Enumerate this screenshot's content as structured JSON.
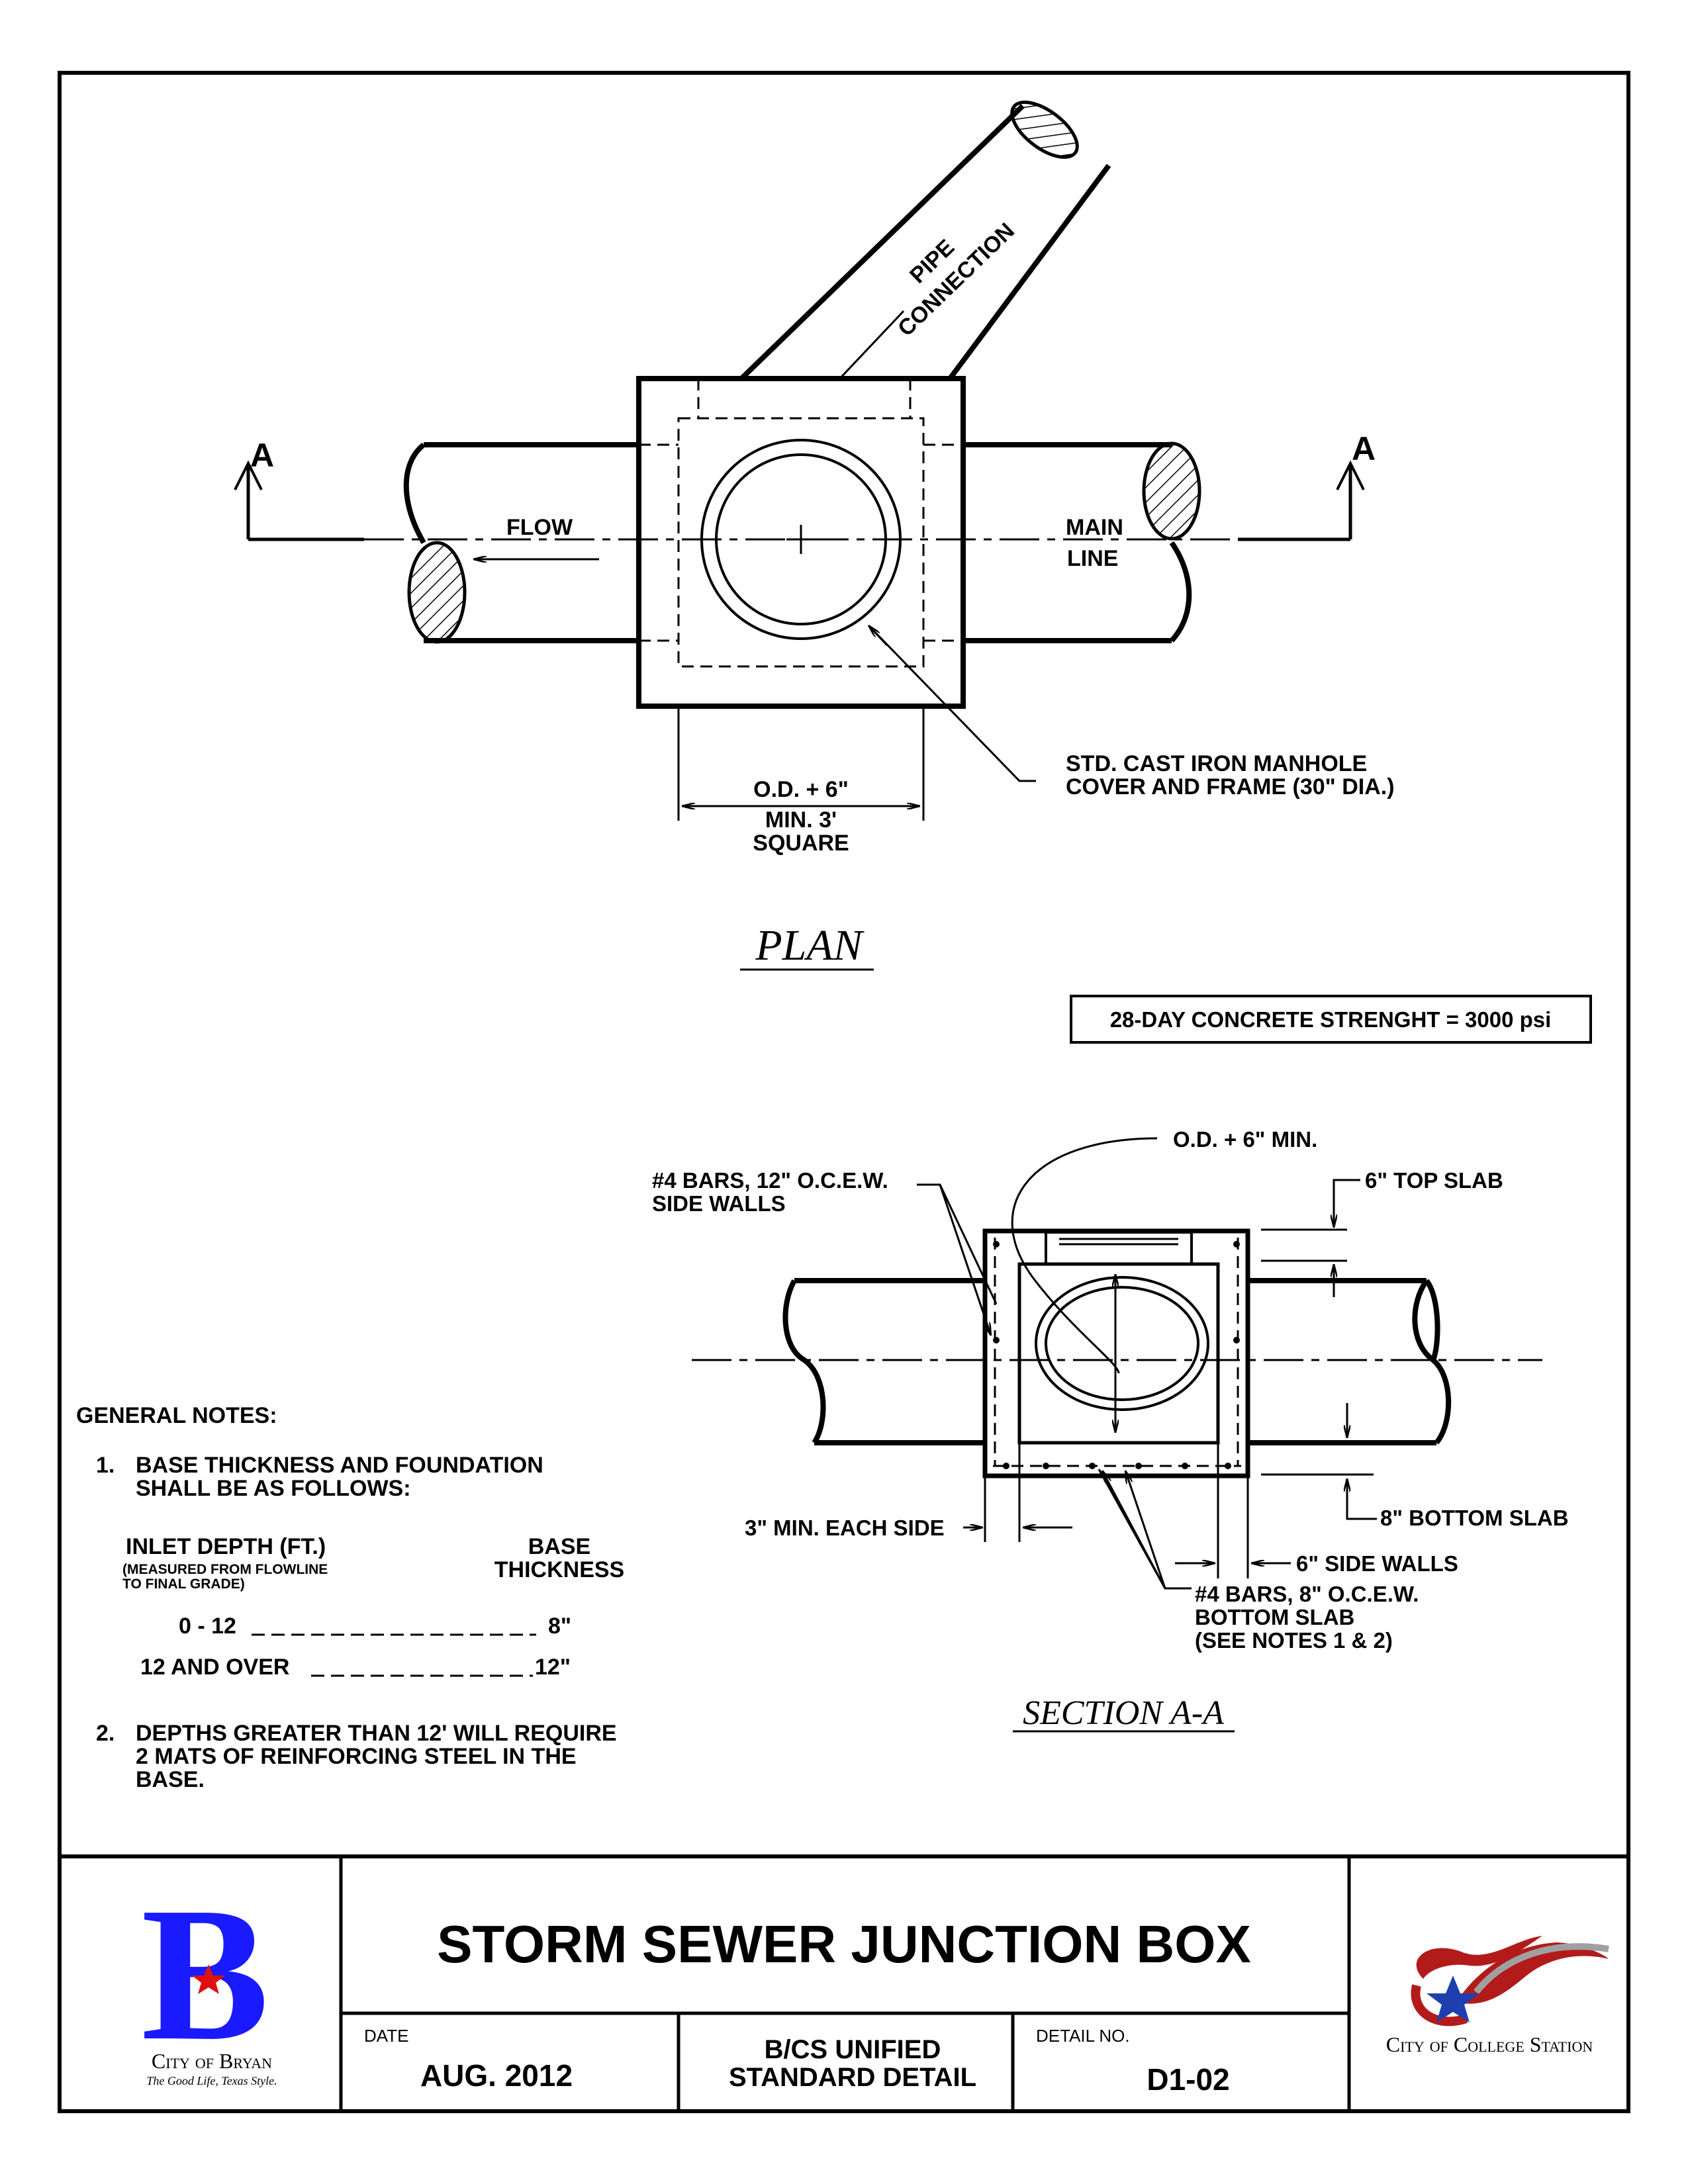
{
  "plan": {
    "title": "PLAN",
    "section_mark_left": "A",
    "section_mark_right": "A",
    "flow_label": "FLOW",
    "main_line_1": "MAIN",
    "main_line_2": "LINE",
    "pipe_connection_1": "PIPE",
    "pipe_connection_2": "CONNECTION",
    "manhole_label_1": "STD. CAST IRON MANHOLE",
    "manhole_label_2": "COVER AND FRAME (30\" DIA.)",
    "dim_label_1": "O.D. + 6\"",
    "dim_label_2": "MIN. 3'",
    "dim_label_3": "SQUARE"
  },
  "concrete_note": "28-DAY CONCRETE STRENGHT = 3000 psi",
  "section": {
    "title": "SECTION A-A",
    "od_label": "O.D. + 6\" MIN.",
    "side_bars_1": "#4 BARS, 12\" O.C.E.W.",
    "side_bars_2": "SIDE WALLS",
    "top_slab": "6\" TOP SLAB",
    "bottom_slab": "8\" BOTTOM SLAB",
    "min_each_side": "3\" MIN. EACH SIDE",
    "side_walls": "6\" SIDE WALLS",
    "bottom_bars_1": "#4 BARS, 8\" O.C.E.W.",
    "bottom_bars_2": "BOTTOM SLAB",
    "bottom_bars_3": "(SEE NOTES 1 & 2)"
  },
  "notes": {
    "heading": "GENERAL NOTES:",
    "n1_num": "1.",
    "n1_line1": "BASE THICKNESS AND FOUNDATION",
    "n1_line2": "SHALL BE AS FOLLOWS:",
    "col1_header": "INLET DEPTH (FT.)",
    "col1_sub1": "(MEASURED FROM FLOWLINE",
    "col1_sub2": "TO FINAL GRADE)",
    "col2_header1": "BASE",
    "col2_header2": "THICKNESS",
    "rows": [
      {
        "depth": "0 - 12",
        "thickness": "8\""
      },
      {
        "depth": "12 AND OVER",
        "thickness": "12\""
      }
    ],
    "n2_num": "2.",
    "n2_line1": "DEPTHS GREATER THAN 12' WILL REQUIRE",
    "n2_line2": "2 MATS OF REINFORCING STEEL IN THE",
    "n2_line3": "BASE."
  },
  "title_block": {
    "drawing_title": "STORM SEWER JUNCTION BOX",
    "date_caption": "DATE",
    "date_value": "AUG. 2012",
    "standard_1": "B/CS UNIFIED",
    "standard_2": "STANDARD DETAIL",
    "detail_caption": "DETAIL NO.",
    "detail_value": "D1-02",
    "bryan_name": "City of Bryan",
    "bryan_tagline": "The Good Life, Texas Style.",
    "bryan_letter": "B",
    "cs_name": "City of College Station"
  },
  "colors": {
    "bryan_blue": "#1a1aff",
    "bryan_red": "#e01010",
    "cs_red": "#b31b1b",
    "cs_blue": "#1e3fb0",
    "cs_gray": "#a0a0a0"
  }
}
